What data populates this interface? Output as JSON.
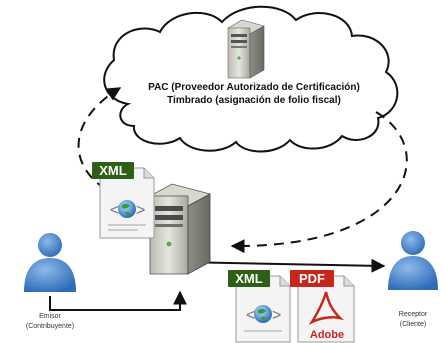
{
  "cloud": {
    "line1": "PAC (Proveedor Autorizado de Certificación)",
    "line2": "Timbrado (asignación de folio fiscal)"
  },
  "emisor": {
    "line1": "Emisor",
    "line2": "(Contribuyente)"
  },
  "receptor": {
    "line1": "Receptor",
    "line2": "(Cliente)"
  },
  "docs": {
    "xml_left": "XML",
    "xml_bottom": "XML",
    "pdf": "PDF",
    "adobe": "Adobe"
  },
  "colors": {
    "xml_label": "#2e5f16",
    "pdf_label": "#c8261b",
    "person_blue": "#3f7fc8",
    "arrow": "#111111"
  },
  "icons": [
    "server-icon",
    "person-icon",
    "xml-document-icon",
    "pdf-document-icon",
    "cloud-shape"
  ]
}
